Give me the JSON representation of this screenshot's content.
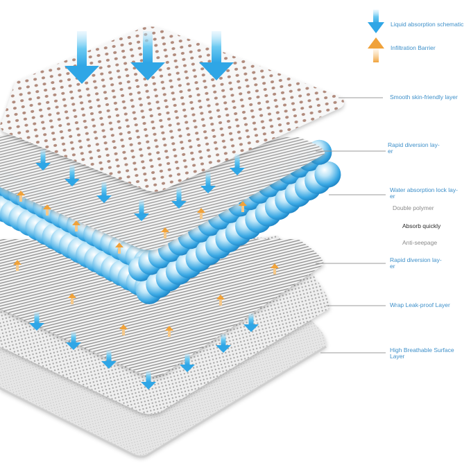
{
  "legend": {
    "absorption": "Liquid absorption schematic",
    "barrier": "Infiltration Barrier"
  },
  "labels": {
    "layer1": "Smooth skin-friendly layer",
    "layer2_line1": "Rapid diversion lay-",
    "layer2_line2": "er",
    "layer3_line1": "Water absorption lock lay-",
    "layer3_line2": "er",
    "feature1": "Double polymer",
    "feature2": "Absorb quickly",
    "feature3": "Anti-seepage",
    "layer4_line1": "Rapid diversion lay-",
    "layer4_line2": "er",
    "layer5": "Wrap Leak-proof Layer",
    "layer6_line1": "High Breathable Surface",
    "layer6_line2": "Layer"
  },
  "colors": {
    "label_blue": "#3d8fc9",
    "arrow_blue": "#4ab3ea",
    "arrow_orange": "#f0a23a",
    "dot_brown": "#b08a7c"
  }
}
